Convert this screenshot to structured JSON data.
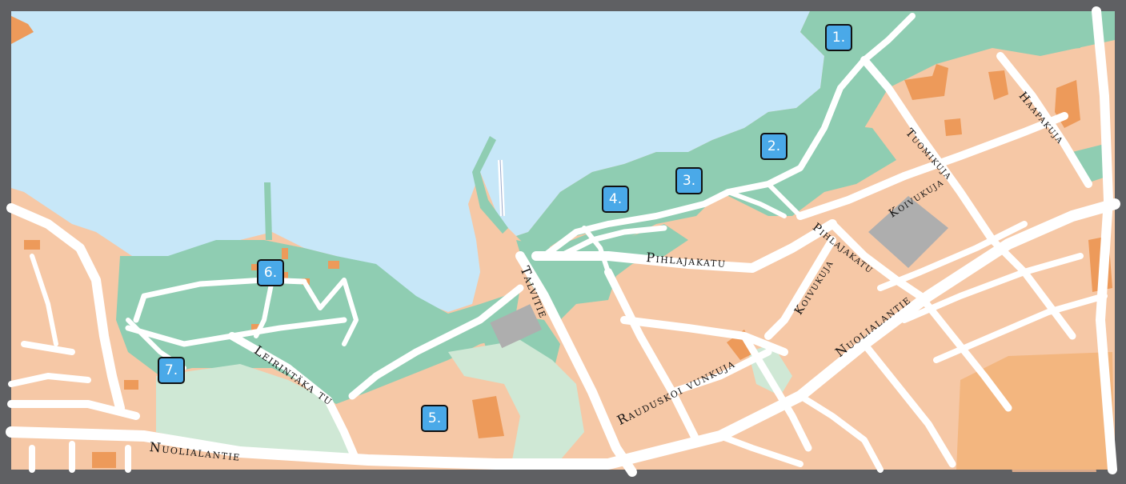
{
  "colors": {
    "frame": "#5f6063",
    "water": "#c7e7f8",
    "park": "#8fcdb2",
    "residential": "#f6c8a6",
    "building": "#ed9a5a",
    "parking": "#aeaeae",
    "meadow": "#cfe8d5",
    "road": "#ffffff",
    "marker": "#4aa9e8"
  },
  "streets": {
    "nuolialantie_west": "Nuolialantie",
    "nuolialantie_east": "Nuolialantie",
    "leirintakatu": "Leirintäka tu",
    "talvitie": "Talvitie",
    "pihlajakatu_west": "Pihlajakatu",
    "pihlajakatu_east": "Pihlajakatu",
    "koivukuja_north": "Koivukuja",
    "koivukuja_south": "Koivukuja",
    "tuomikuja": "Tuomikuja",
    "haapakuja": "Haapakuja",
    "rauduskoivunkuja": "Rauduskoi vunkuja"
  },
  "markers": [
    "1.",
    "2.",
    "3.",
    "4.",
    "5.",
    "6.",
    "7."
  ]
}
